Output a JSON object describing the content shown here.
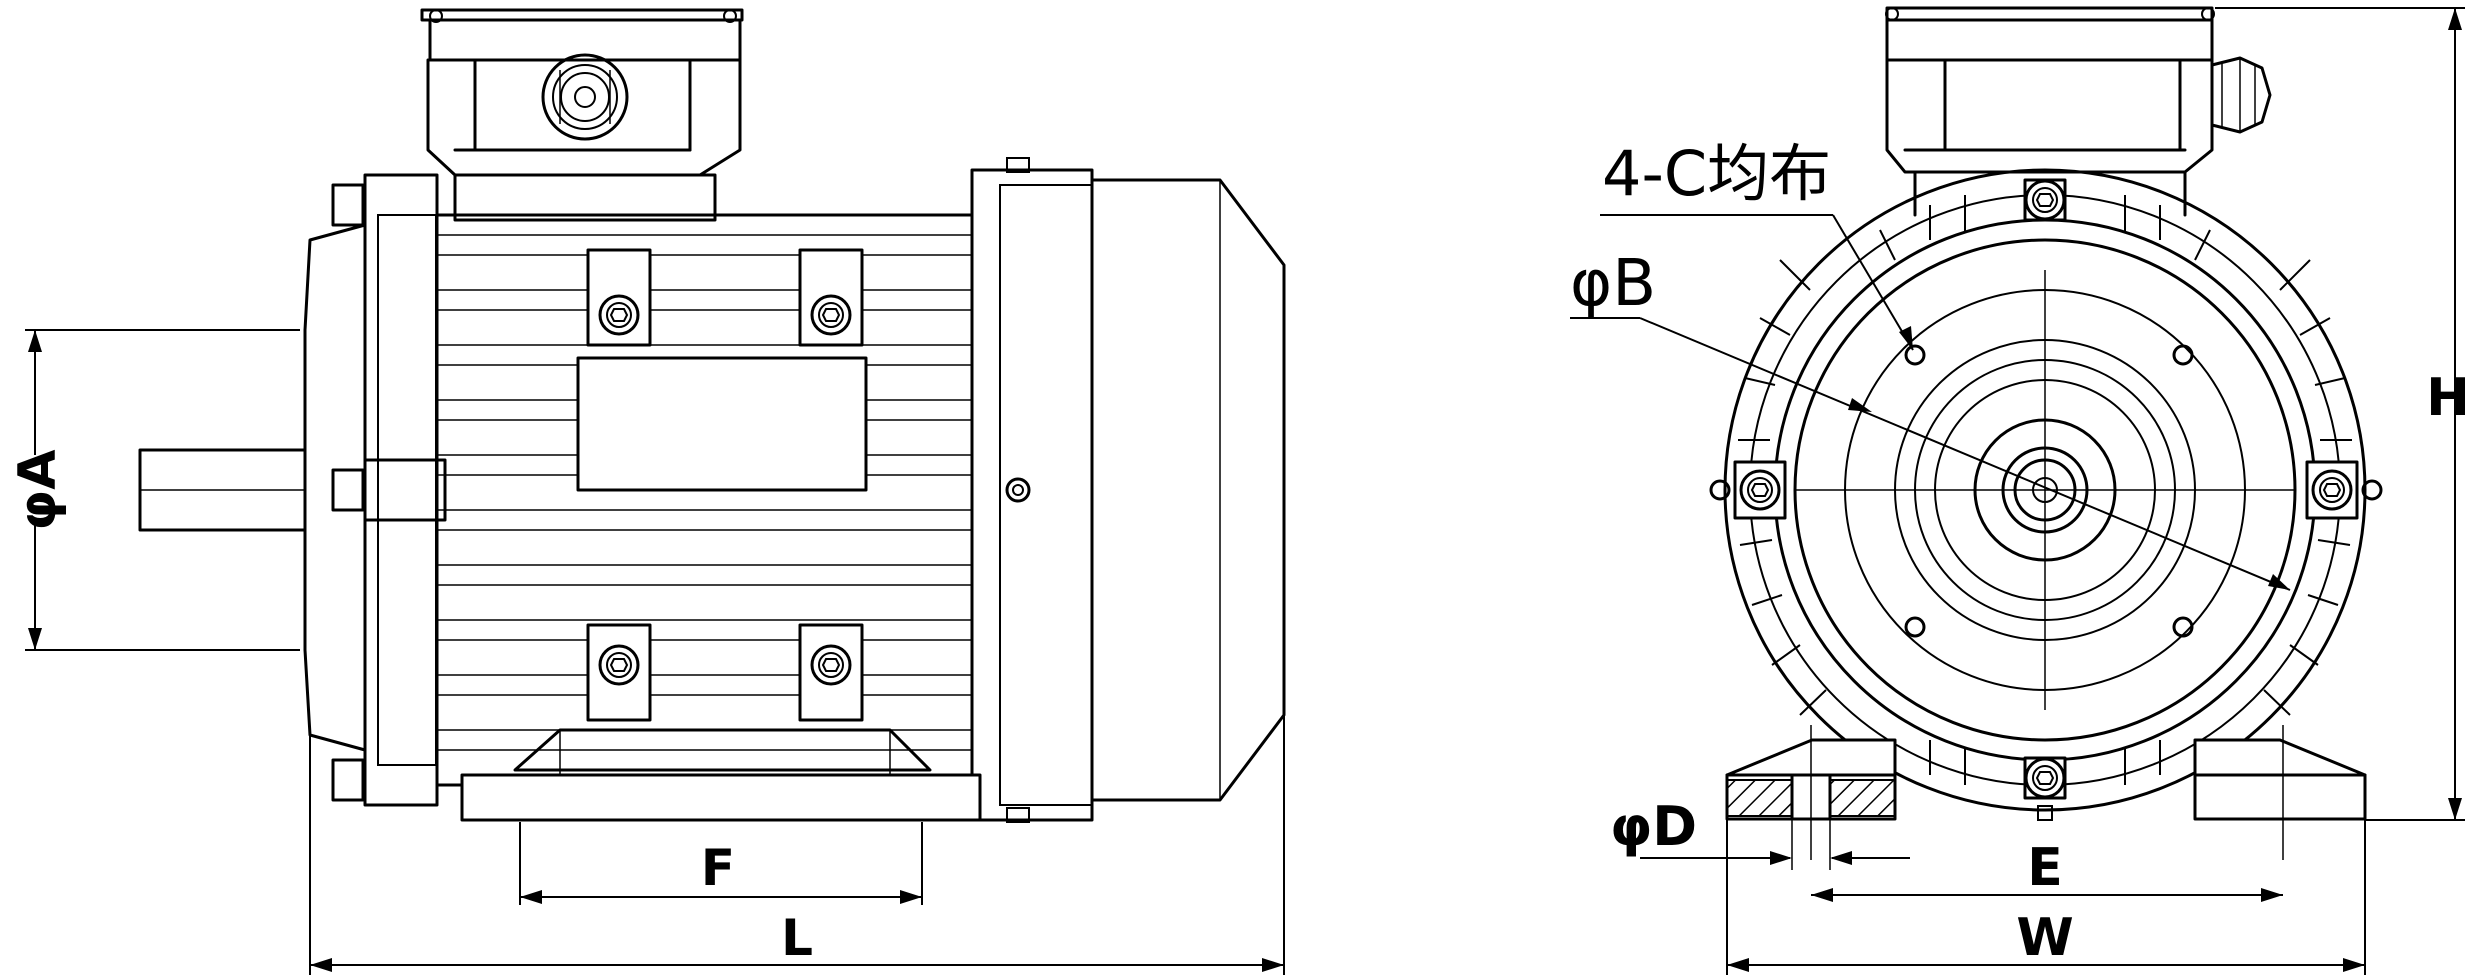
{
  "side_view": {
    "labels": {
      "phi_a": "φA",
      "f": "F",
      "l": "L"
    }
  },
  "end_view": {
    "labels": {
      "hole_count_c": "4-C均布",
      "phi_b": "φB",
      "h": "H",
      "phi_d": "φD",
      "e": "E",
      "w": "W"
    }
  }
}
